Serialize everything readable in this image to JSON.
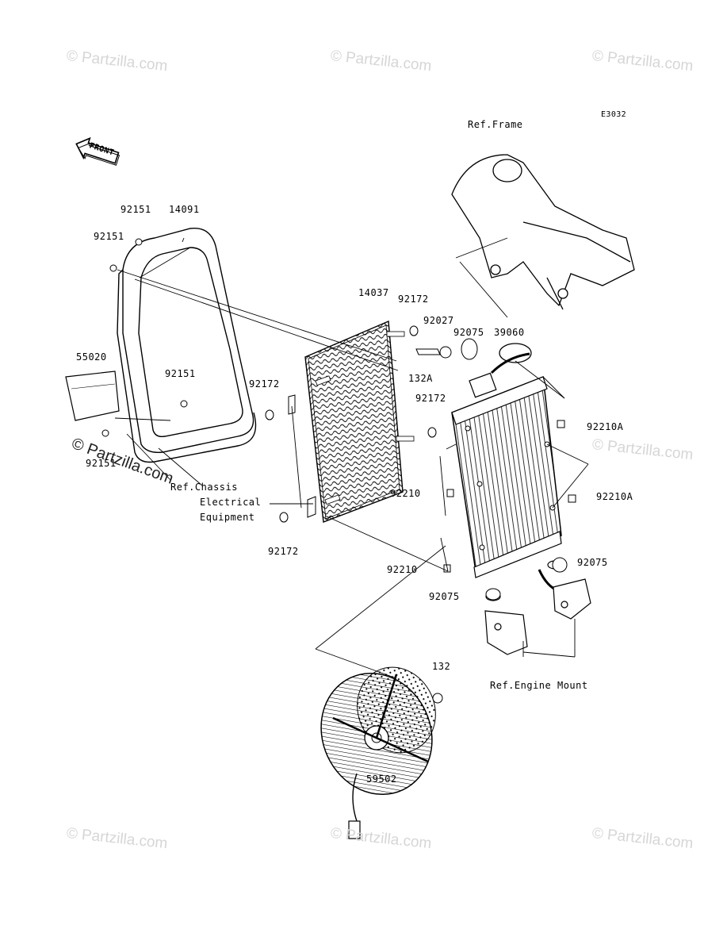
{
  "diagram_code": "E3032",
  "watermark": "© Partzilla.com",
  "front_badge": "FRONT",
  "refs": {
    "frame": "Ref.Frame",
    "chassis_line1": "Ref.Chassis",
    "chassis_line2": "Electrical",
    "chassis_line3": "Equipment",
    "engine_mount": "Ref.Engine Mount"
  },
  "parts": {
    "p92151_a": "92151",
    "p92151_b": "92151",
    "p92151_c": "92151",
    "p92151_d": "92151",
    "p14091": "14091",
    "p55020": "55020",
    "p14037": "14037",
    "p92172_a": "92172",
    "p92172_b": "92172",
    "p92172_c": "92172",
    "p92172_d": "92172",
    "p92027": "92027",
    "p92075_a": "92075",
    "p92075_b": "92075",
    "p92075_c": "92075",
    "p39060": "39060",
    "p132A": "132A",
    "p92210A_a": "92210A",
    "p92210A_b": "92210A",
    "p92210_a": "92210",
    "p92210_b": "92210",
    "p132": "132",
    "p59502": "59502"
  }
}
